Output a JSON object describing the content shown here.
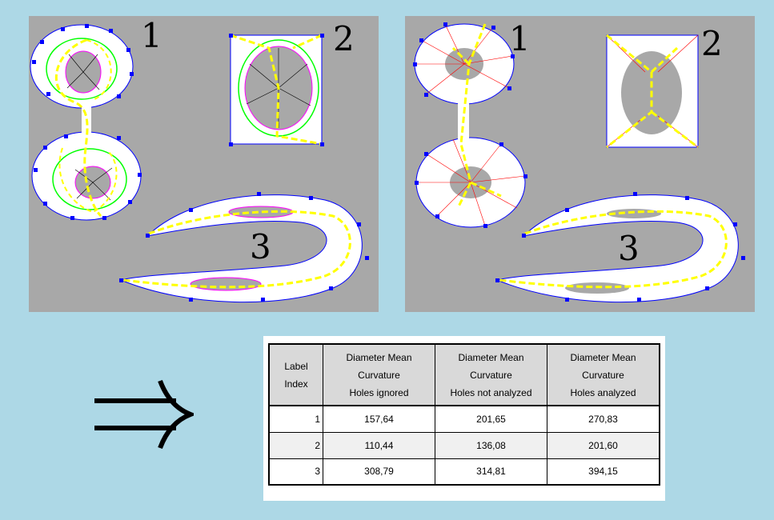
{
  "left_panel": {
    "labels": [
      "1",
      "2",
      "3"
    ]
  },
  "right_panel": {
    "labels": [
      "1",
      "2",
      "3"
    ]
  },
  "arrow": {
    "glyph": "⇒"
  },
  "table": {
    "header": {
      "index": "Label Index",
      "cols": [
        {
          "line1": "Diameter Mean Curvature",
          "line2": "Holes ignored"
        },
        {
          "line1": "Diameter Mean Curvature",
          "line2": "Holes not analyzed"
        },
        {
          "line1": "Diameter Mean Curvature",
          "line2": "Holes analyzed"
        }
      ]
    },
    "rows": [
      {
        "index": "1",
        "values": [
          "157,64",
          "201,65",
          "270,83"
        ]
      },
      {
        "index": "2",
        "values": [
          "110,44",
          "136,08",
          "201,60"
        ]
      },
      {
        "index": "3",
        "values": [
          "308,79",
          "314,81",
          "394,15"
        ]
      }
    ]
  },
  "colors": {
    "background": "#add8e6",
    "panel": "#a8a8a8",
    "shape_fill": "#ffffff",
    "hole": "#a8a8a8",
    "skeleton": "#ffff00",
    "contour_point": "#0000ff",
    "hole_point": "#ff00ff",
    "mid_point": "#00ff00",
    "chord": "#ff0000"
  }
}
